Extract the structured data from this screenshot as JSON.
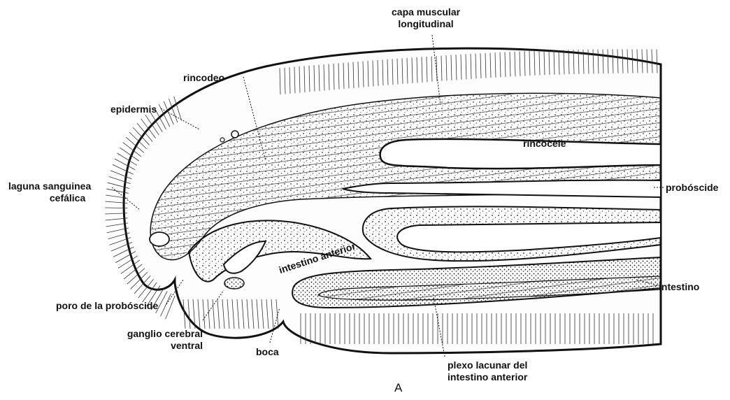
{
  "figure": {
    "panel_label": "A",
    "labels": {
      "capa_muscular": [
        "capa muscular",
        "longitudinal"
      ],
      "rincodeo": "rincodeo",
      "epidermis": "epidermis",
      "laguna": [
        "laguna sanguinea",
        "cefálica"
      ],
      "rincocele": "rincocele",
      "proboscide": "probóscide",
      "intestino_anterior": "intestino anterior",
      "intestino": "intestino",
      "poro": "poro de la probóscide",
      "ganglio": [
        "ganglio cerebral",
        "ventral"
      ],
      "boca": "boca",
      "plexo": [
        "plexo lacunar del",
        "intestino anterior"
      ]
    }
  }
}
